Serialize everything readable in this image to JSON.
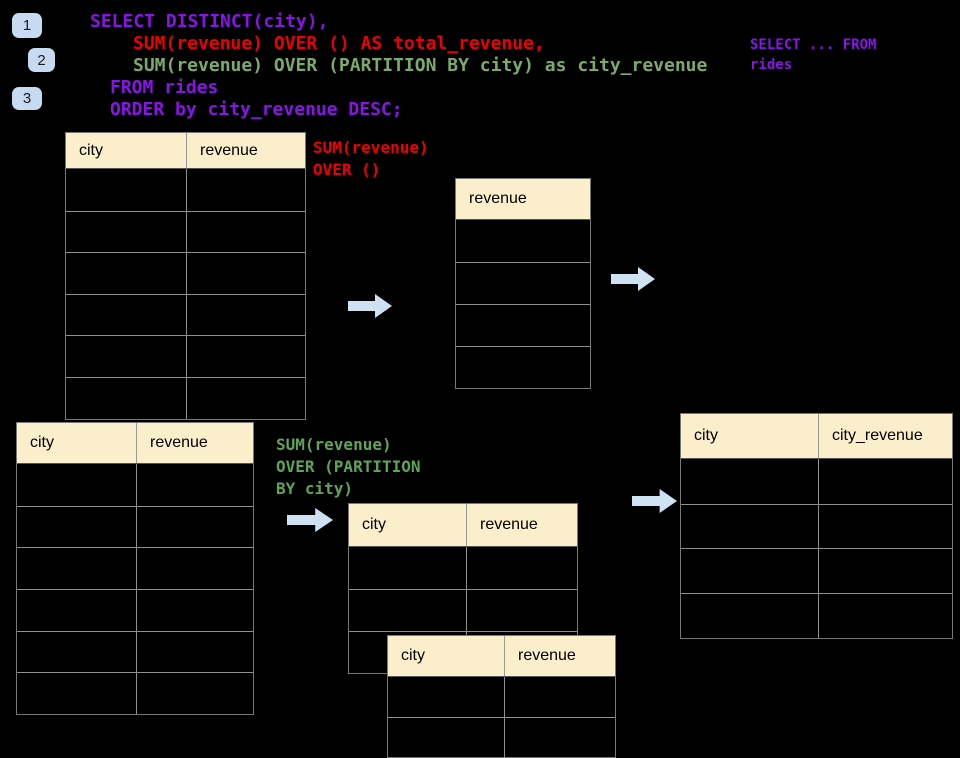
{
  "badges": [
    {
      "label": "1"
    },
    {
      "label": "2"
    },
    {
      "label": "3"
    }
  ],
  "sql": {
    "line1": "SELECT DISTINCT(city),",
    "line2": "SUM(revenue) OVER () AS total_revenue,",
    "line3": "SUM(revenue) OVER (PARTITION BY city) as city_revenue",
    "line4": "FROM rides",
    "line5": "ORDER by city_revenue DESC;"
  },
  "side_note": {
    "line1": "SELECT ... FROM",
    "line2": "rides"
  },
  "labels": {
    "total_fn": {
      "line1": "SUM(revenue)",
      "line2": "OVER ()"
    },
    "partition_fn": {
      "line1": "SUM(revenue)",
      "line2": "OVER (PARTITION",
      "line3": "BY city)"
    }
  },
  "tables": {
    "source_top": {
      "col1": "city",
      "col2": "revenue",
      "empty_rows": 6
    },
    "total": {
      "col1": "revenue",
      "empty_rows": 4
    },
    "source_bottom": {
      "col1": "city",
      "col2": "revenue",
      "empty_rows": 6
    },
    "partition_mid": {
      "col1": "city",
      "col2": "revenue",
      "empty_rows": 3
    },
    "partition_front": {
      "col1": "city",
      "col2": "revenue",
      "empty_rows": 2
    },
    "result": {
      "col1": "city",
      "col2": "city_revenue",
      "empty_rows": 4
    }
  },
  "colors": {
    "purple": "#8814E6",
    "red": "#EE0000",
    "code_green": "#7EA96D",
    "label_green": "#5FA457",
    "header_fill": "#FBEECB",
    "arrow_fill": "#CFE2F3",
    "badge_fill": "#C6DBF2"
  }
}
